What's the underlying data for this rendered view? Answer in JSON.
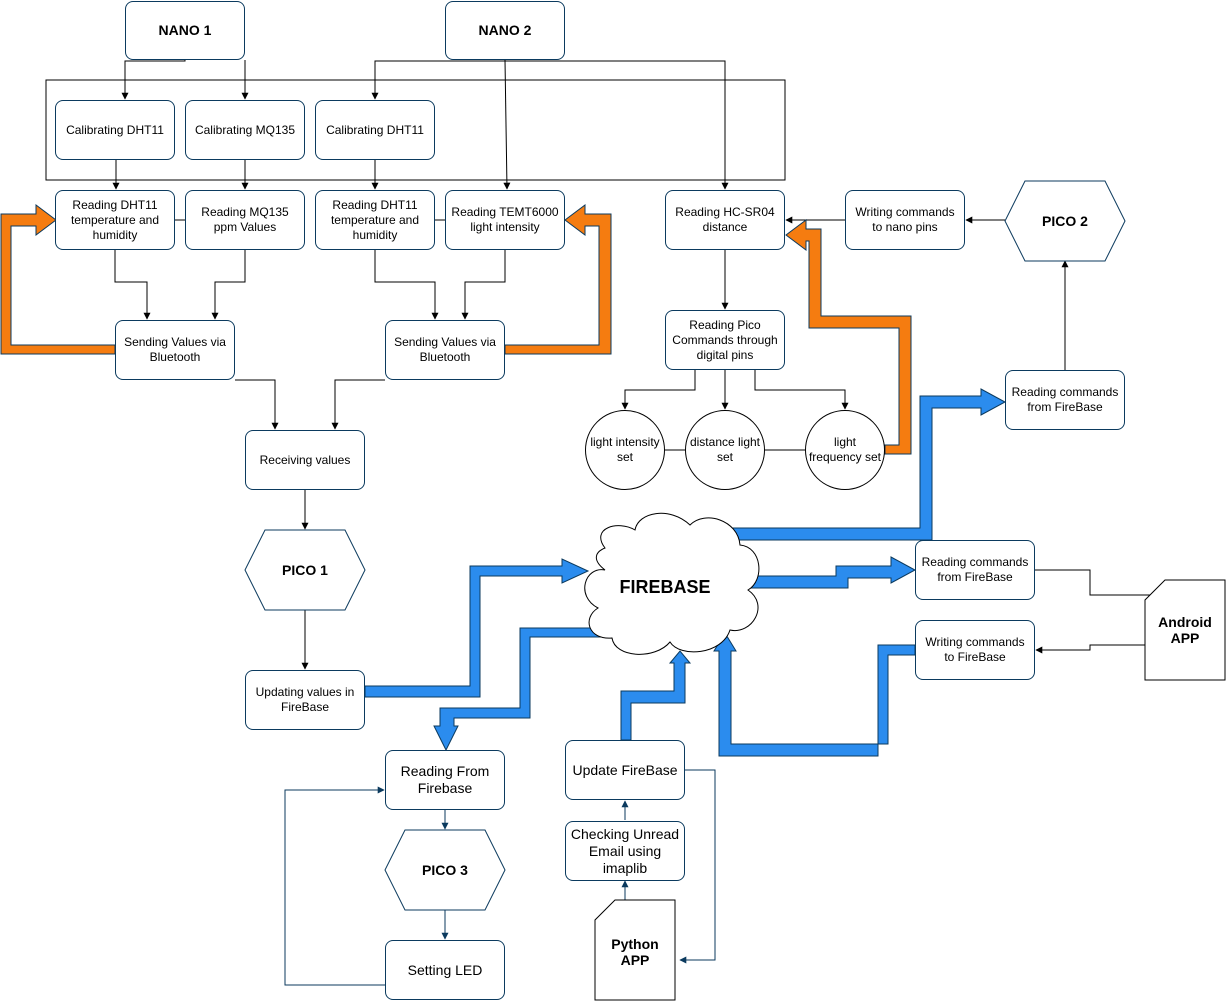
{
  "nodes": {
    "nano1": "NANO 1",
    "nano2": "NANO 2",
    "cal_dht_1": "Calibrating DHT11",
    "cal_mq135": "Calibrating MQ135",
    "cal_dht_2": "Calibrating DHT11",
    "read_dht_1": "Reading DHT11 temperature and humidity",
    "read_mq135": "Reading MQ135 ppm Values",
    "read_dht_2": "Reading DHT11 temperature and humidity",
    "read_temt": "Reading TEMT6000 light intensity",
    "read_hcsr04": "Reading HC-SR04 distance",
    "writing_nano": "Writing commands to nano pins",
    "pico2": "PICO 2",
    "send_bt_1": "Sending Values via Bluetooth",
    "send_bt_2": "Sending Values via Bluetooth",
    "read_pico_cmds": "Reading Pico Commands through digital pins",
    "light_intensity_set": "light intensity set",
    "distance_light_set": "distance light set",
    "light_frequency_set": "light frequency set",
    "receiving": "Receiving values",
    "read_cmds_pico2": "Reading commands from FireBase",
    "pico1": "PICO 1",
    "firebase": "FIREBASE",
    "read_cmds_android": "Reading commands from FireBase",
    "android_app": "Android APP",
    "write_cmds_android": "Writing commands to FireBase",
    "updating_values": "Updating values in FireBase",
    "reading_from_firebase": "Reading From Firebase",
    "update_firebase": "Update FireBase",
    "pico3": "PICO 3",
    "checking_email": "Checking Unread Email using imaplib",
    "python_app": "Python APP",
    "setting_led": "Setting LED"
  },
  "colors": {
    "box_border": "#0b3a5e",
    "arrow_black": "#000000",
    "arrow_navy": "#0b3a5e",
    "orange_fill": "#f57c10",
    "blue_fill": "#2b8cee",
    "shape_border": "#0b3a5e"
  }
}
